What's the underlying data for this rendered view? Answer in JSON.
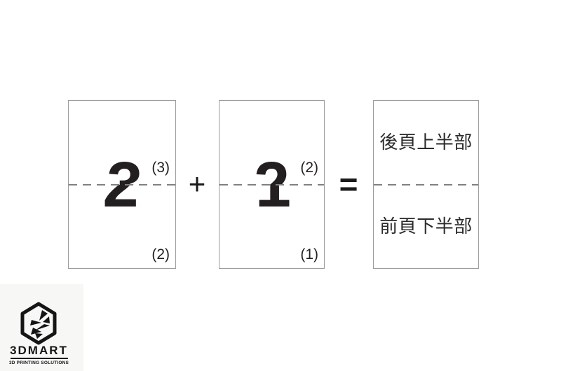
{
  "diagram": {
    "plus_operator": "+",
    "equals_operator": "=",
    "cards": [
      {
        "id": "page-pair-1",
        "top_half_digit": "3",
        "bottom_half_digit": "2",
        "top_page_label": "(3)",
        "bottom_page_label": "(2)"
      },
      {
        "id": "page-pair-2",
        "top_half_digit": "2",
        "bottom_half_digit": "1",
        "top_page_label": "(2)",
        "bottom_page_label": "(1)"
      },
      {
        "id": "result-card",
        "top_half_text": "後頁上半部",
        "bottom_half_text": "前頁下半部"
      }
    ]
  },
  "logo": {
    "brand": "3DMART",
    "tagline": "3D PRINTING SOLUTIONS",
    "icon": "hexagon-gem-icon"
  },
  "colors": {
    "background": "#ffffff",
    "card_border": "#9c9c9c",
    "dash_line": "#808080",
    "digit_ink": "#231f20",
    "label_ink": "#231f20",
    "cjk_ink": "#2b2b2b",
    "logo_ink": "#151515",
    "logo_panel": "#f7f7f6"
  }
}
